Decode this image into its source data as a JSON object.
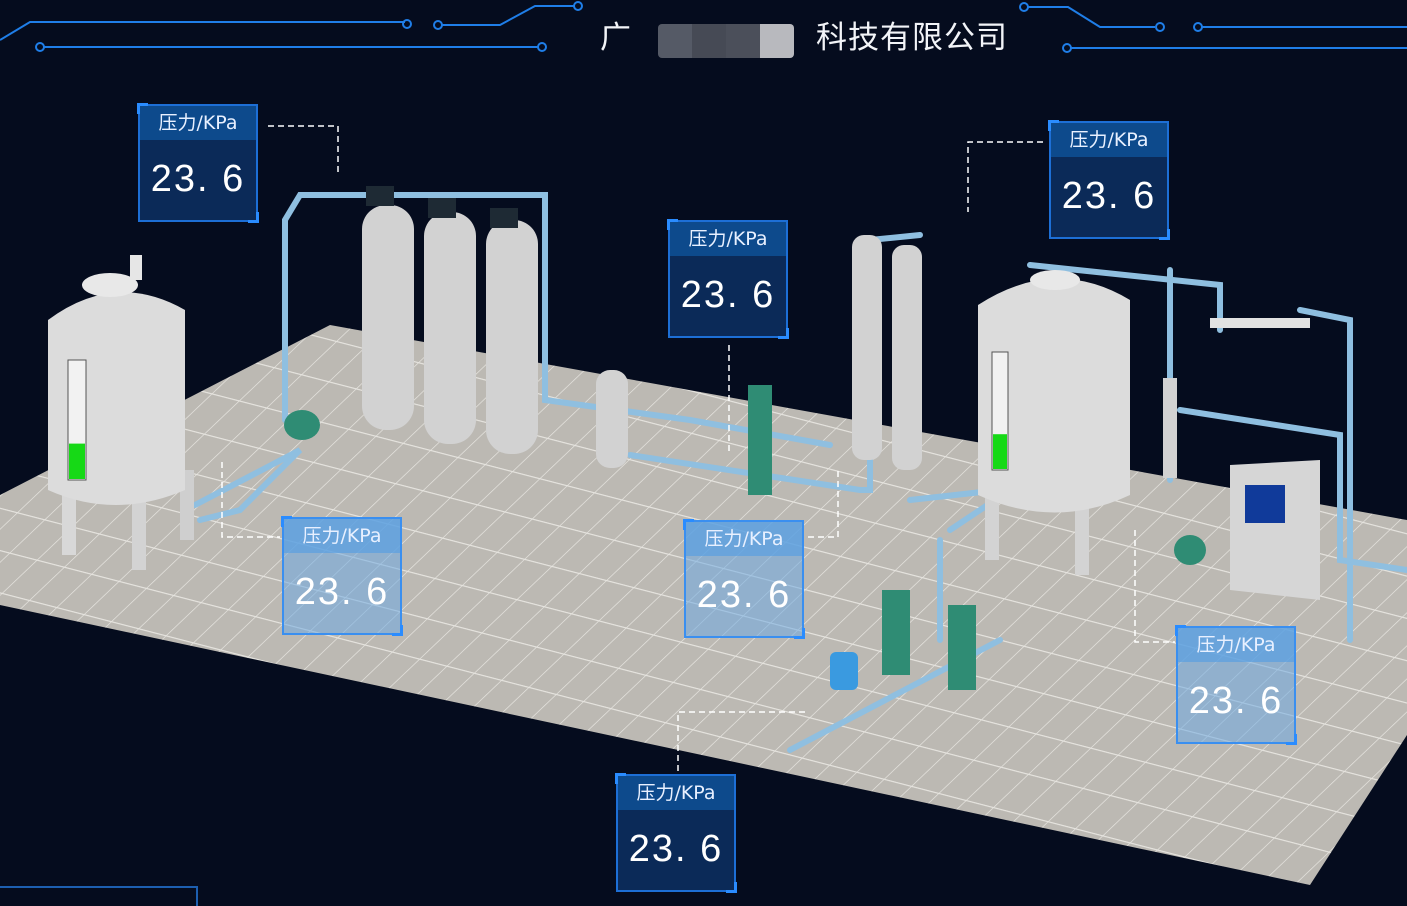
{
  "header": {
    "title_prefix": "广",
    "title_suffix": "科技有限公司"
  },
  "pressure_cards": [
    {
      "label": "压力/KPa",
      "value": "23. 6"
    },
    {
      "label": "压力/KPa",
      "value": "23. 6"
    },
    {
      "label": "压力/KPa",
      "value": "23. 6"
    },
    {
      "label": "压力/KPa",
      "value": "23. 6"
    },
    {
      "label": "压力/KPa",
      "value": "23. 6"
    },
    {
      "label": "压力/KPa",
      "value": "23. 6"
    },
    {
      "label": "压力/KPa",
      "value": "23. 6"
    }
  ],
  "tanks": [
    {
      "level_percent": 30
    },
    {
      "level_percent": 30
    }
  ],
  "colors": {
    "background": "#050c1e",
    "accent": "#1d6fd6",
    "level": "#16d916",
    "pipe": "#8fbfe0",
    "floor": "#bdbab4"
  }
}
